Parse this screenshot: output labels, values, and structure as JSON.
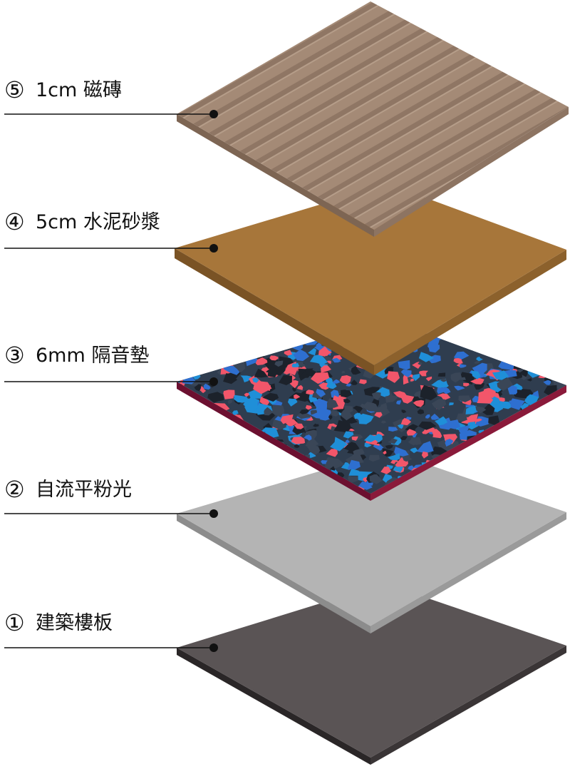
{
  "layers": [
    {
      "id": "layer-5",
      "number": "⑤",
      "label": "1cm 磁磚",
      "top": "#a48a76",
      "side": "#8d7462",
      "front": "#7d6553",
      "pattern": "stripes"
    },
    {
      "id": "layer-4",
      "number": "④",
      "label": "5cm 水泥砂漿",
      "top": "#a7763a",
      "side": "#8c612c",
      "front": "#7a5325",
      "pattern": "solid"
    },
    {
      "id": "layer-3",
      "number": "③",
      "label": "6mm 隔音墊",
      "top": "#2f3d4f",
      "side": "#8a1a3a",
      "front": "#6c1030",
      "pattern": "speckle"
    },
    {
      "id": "layer-2",
      "number": "②",
      "label": "自流平粉光",
      "top": "#b4b4b4",
      "side": "#9a9a9a",
      "front": "#8c8c8c",
      "pattern": "solid"
    },
    {
      "id": "layer-1",
      "number": "①",
      "label": "建築樓板",
      "top": "#5a5455",
      "side": "#3a3536",
      "front": "#2a2627",
      "pattern": "solid"
    }
  ],
  "speckle_colors": [
    "#f2566a",
    "#2e6fd0",
    "#1f8fd8",
    "#1c222b",
    "#3a4657"
  ]
}
